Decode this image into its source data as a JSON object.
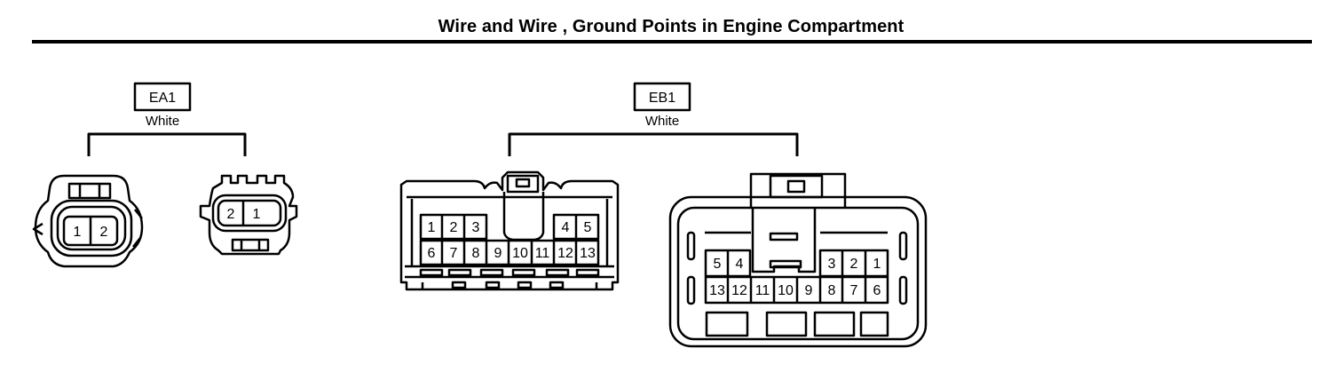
{
  "title": "Wire and Wire , Ground Points in Engine Compartment",
  "connectors": [
    {
      "code": "EA1",
      "color": "White",
      "left": {
        "pins": [
          "1",
          "2"
        ]
      },
      "right": {
        "pins": [
          "2",
          "1"
        ]
      }
    },
    {
      "code": "EB1",
      "color": "White",
      "left": {
        "top_row": [
          "1",
          "2",
          "3",
          "",
          "4",
          "5"
        ],
        "bottom_row": [
          "6",
          "7",
          "8",
          "9",
          "10",
          "11",
          "12",
          "13"
        ]
      },
      "right": {
        "top_row": [
          "5",
          "4",
          "3",
          "2",
          "1"
        ],
        "bottom_row": [
          "13",
          "12",
          "11",
          "10",
          "9",
          "8",
          "7",
          "6"
        ]
      }
    }
  ]
}
